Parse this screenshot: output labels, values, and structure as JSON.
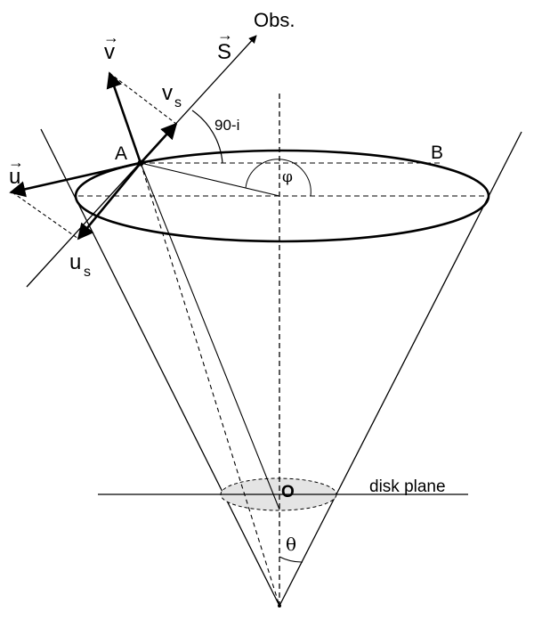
{
  "labels": {
    "obs": "Obs.",
    "s_vec": "S",
    "v_vec": "v",
    "u_vec": "u",
    "vs_main": "v",
    "vs_sub": "s",
    "us_main": "u",
    "us_sub": "s",
    "angle_90i": "90-i",
    "point_A": "A",
    "point_B": "B",
    "phi": "φ",
    "disk_plane": "disk plane",
    "origin": "O",
    "theta": "θ",
    "vector_arrow": "→"
  }
}
